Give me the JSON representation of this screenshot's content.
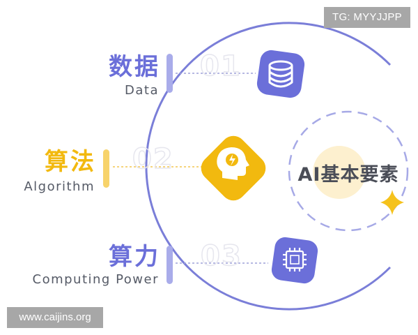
{
  "watermarks": {
    "top": "TG: MYYJJPP",
    "bottom": "www.caijins.org"
  },
  "core": {
    "label": "AI基本要素"
  },
  "elements": [
    {
      "zh": "数据",
      "en": "Data",
      "number": "01",
      "icon": "database-icon",
      "color": "#6b6fd9"
    },
    {
      "zh": "算法",
      "en": "Algorithm",
      "number": "02",
      "icon": "brain-head-icon",
      "color": "#f2b90f"
    },
    {
      "zh": "算力",
      "en": "Computing Power",
      "number": "03",
      "icon": "chip-icon",
      "color": "#6b6fd9"
    }
  ],
  "colors": {
    "purple": "#6b6fd9",
    "gold": "#f2b90f",
    "pale_yellow": "#fdf0cf",
    "text_dark": "#4a4d57"
  }
}
